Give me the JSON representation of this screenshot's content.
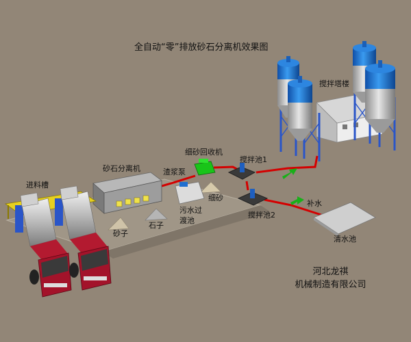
{
  "title": "全自动“零”排放砂石分离机效果图",
  "labels": {
    "mixing_tower": "搅拌塔楼",
    "fine_sand_recovery": "细砂回收机",
    "mixing_pool_1": "搅拌池1",
    "mixing_pool_2": "搅拌池2",
    "sand_stone_separator": "砂石分离机",
    "slurry_pump": "渣浆泵",
    "fine_sand": "细砂",
    "sewage_filter_line1": "污水过",
    "sewage_filter_line2": "渡池",
    "sand": "砂子",
    "stone": "石子",
    "feed_trough": "进料槽",
    "replenish_water": "补水",
    "clear_water_pool": "清水池"
  },
  "company": {
    "line1": "河北龙祺",
    "line2": "机械制造有限公司"
  },
  "colors": {
    "background": "#928677",
    "pipe": "#d40000",
    "flow_arrow": "#19b019",
    "silo_blue": "#1e78d8",
    "frame_blue": "#2a55c8",
    "truck_red": "#a3132a",
    "separator_body": "#9a9a9a",
    "recovery_green": "#19c419"
  }
}
